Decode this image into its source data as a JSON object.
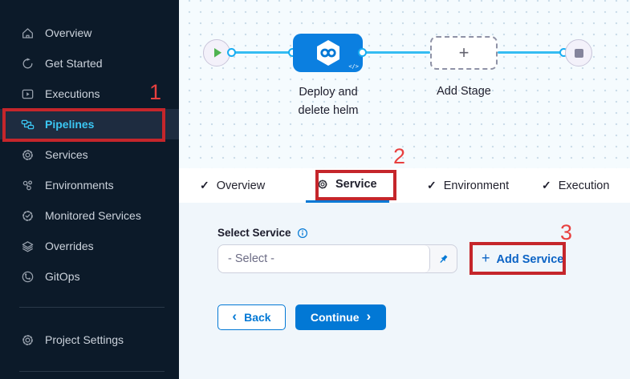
{
  "sidebar": {
    "items": [
      {
        "label": "Overview"
      },
      {
        "label": "Get Started"
      },
      {
        "label": "Executions"
      },
      {
        "label": "Pipelines",
        "active": true
      },
      {
        "label": "Services"
      },
      {
        "label": "Environments"
      },
      {
        "label": "Monitored Services"
      },
      {
        "label": "Overrides"
      },
      {
        "label": "GitOps"
      }
    ],
    "footer_item": {
      "label": "Project Settings"
    }
  },
  "canvas": {
    "stage_name": "Deploy and delete helm",
    "add_stage_label": "Add Stage",
    "code_badge": "</>"
  },
  "tabs": [
    {
      "label": "Overview",
      "status": "complete"
    },
    {
      "label": "Service",
      "status": "active"
    },
    {
      "label": "Environment",
      "status": "complete"
    },
    {
      "label": "Execution",
      "status": "complete"
    }
  ],
  "form": {
    "select_service_label": "Select Service",
    "select_value": "- Select -",
    "add_service": {
      "plus": "+",
      "label": "Add Service"
    },
    "back": {
      "chevron": "‹",
      "label": "Back"
    },
    "continue_btn": {
      "label": "Continue",
      "chevron": "›"
    }
  },
  "annotations": {
    "step1": "1",
    "step2": "2",
    "step3": "3"
  },
  "glyphs": {
    "check": "✓",
    "plus": "+"
  },
  "colors": {
    "primary": "#0278d5",
    "sidebar_bg": "#0c1a29",
    "sidebar_active_text": "#3bc7f3",
    "annotation_box": "#c5262b",
    "annotation_number": "#e8403f",
    "connector_line": "#35bcf2",
    "stage_node": "#0b7fe0"
  }
}
